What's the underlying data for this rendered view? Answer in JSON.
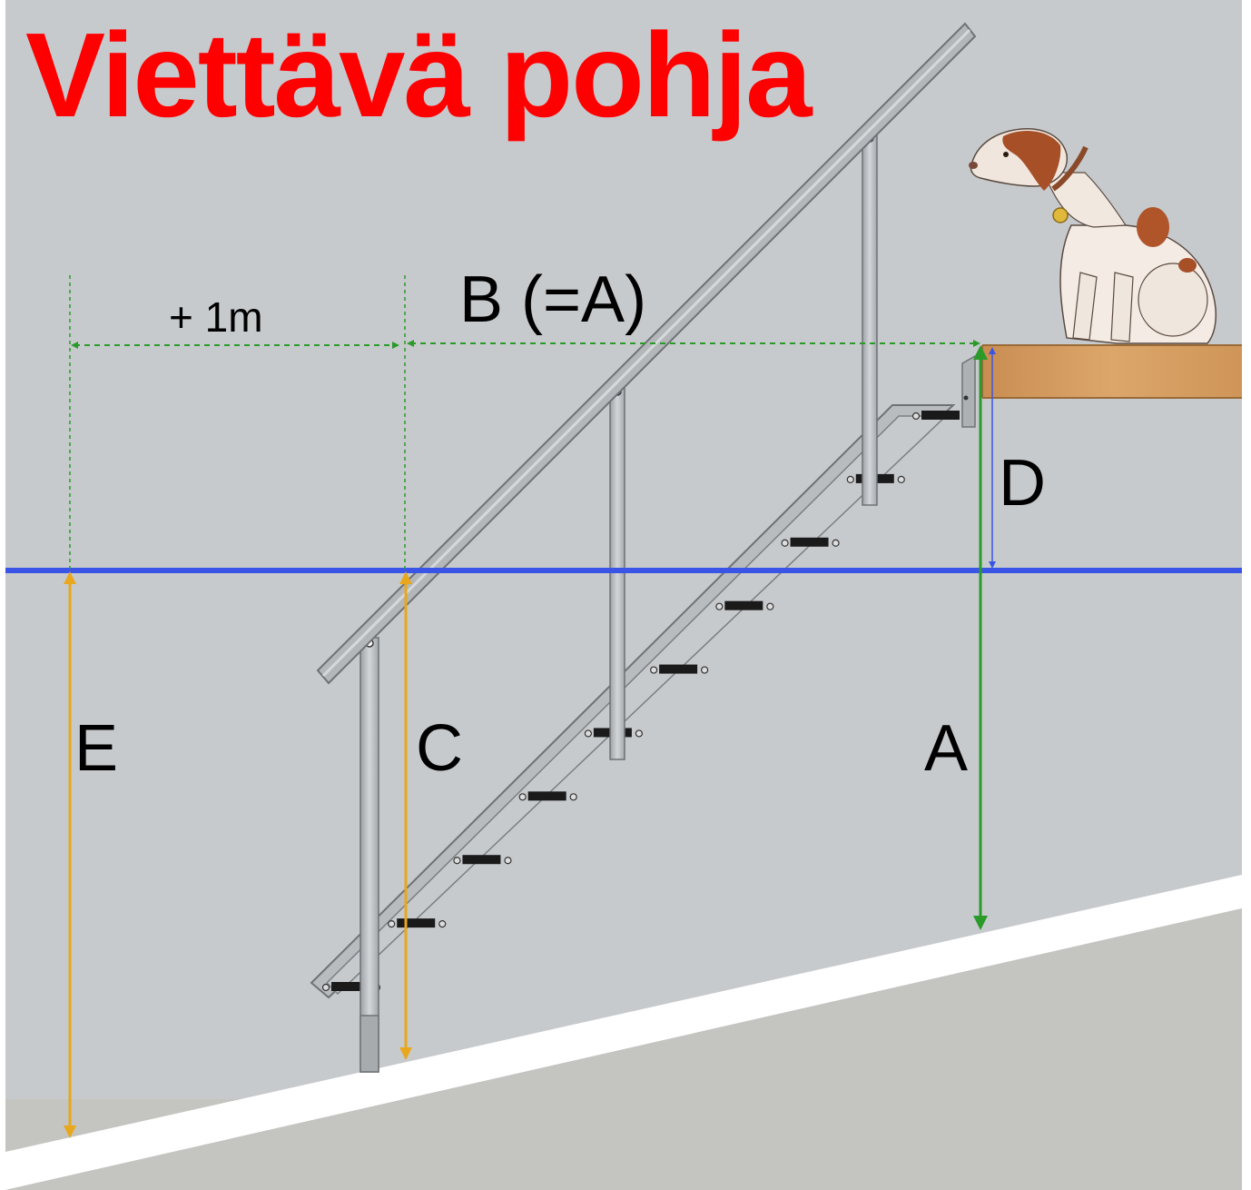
{
  "title": "Viettävä pohja",
  "labels": {
    "plus_one_m": "+ 1m",
    "b": "B (=A)",
    "a": "A",
    "c": "C",
    "d": "D",
    "e": "E"
  },
  "colors": {
    "background": "#c7cacd",
    "title": "#ff0000",
    "ground_line": "#3a55e6",
    "dim_green": "#2a9a2a",
    "dim_orange": "#e8a71c",
    "dim_blue": "#3a55e6",
    "stair_metal": "#b9bcbf",
    "deck_wood": "#d49a5c"
  },
  "icons": {
    "dog": "dog-icon"
  }
}
